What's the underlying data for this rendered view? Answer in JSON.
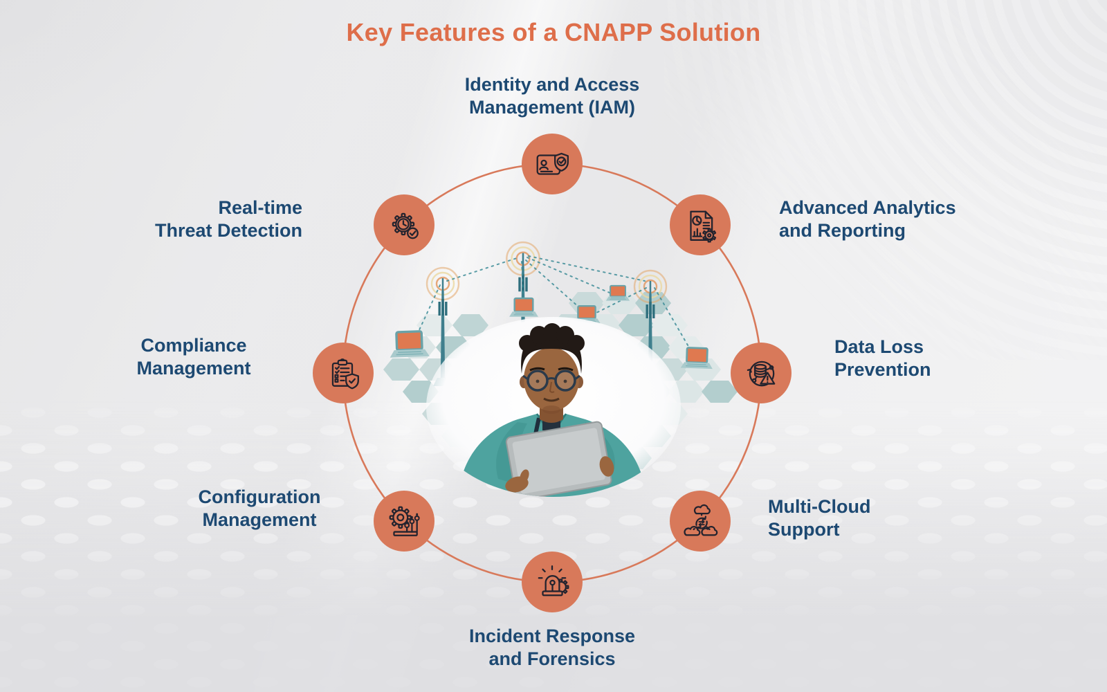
{
  "title": "Key Features of a CNAPP Solution",
  "features": [
    {
      "id": "iam",
      "label": "Identity and Access\nManagement (IAM)",
      "icon": "id-card-shield-check-icon"
    },
    {
      "id": "analytics",
      "label": "Advanced Analytics\nand Reporting",
      "icon": "report-chart-gear-icon"
    },
    {
      "id": "dlp",
      "label": "Data Loss\nPrevention",
      "icon": "database-alert-sync-icon"
    },
    {
      "id": "multicloud",
      "label": "Multi-Cloud\nSupport",
      "icon": "clouds-sync-icon"
    },
    {
      "id": "incident",
      "label": "Incident Response\nand Forensics",
      "icon": "siren-gear-icon"
    },
    {
      "id": "config",
      "label": "Configuration\nManagement",
      "icon": "gear-sliders-icon"
    },
    {
      "id": "compliance",
      "label": "Compliance\nManagement",
      "icon": "checklist-shield-icon"
    },
    {
      "id": "threat",
      "label": "Real-time\nThreat Detection",
      "icon": "gear-clock-check-icon"
    }
  ],
  "colors": {
    "accent_orange": "#DE6E4A",
    "node_orange": "#D8795A",
    "ring_orange": "#D8795A",
    "label_navy": "#1D4972",
    "icon_stroke": "#23232E",
    "network_teal": "#3E8D98"
  }
}
